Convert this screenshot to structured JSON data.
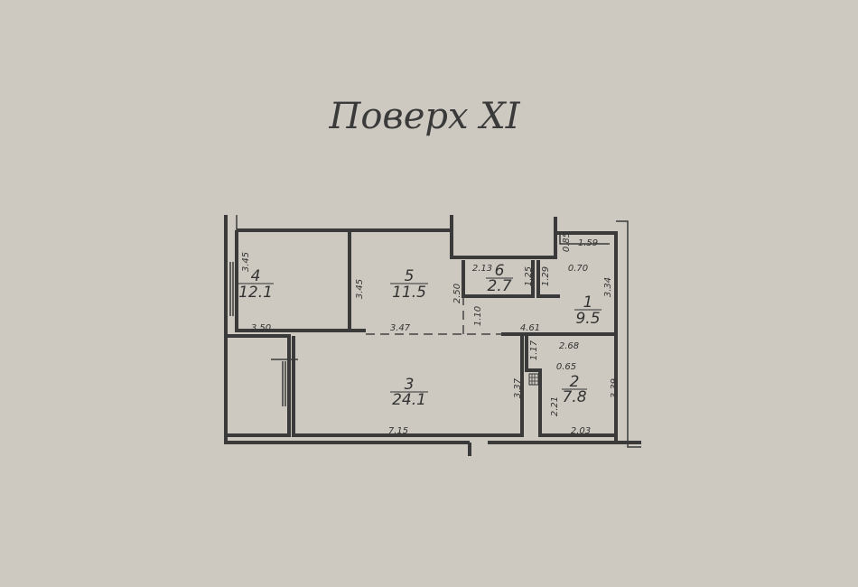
{
  "title": "Поверх XI",
  "rooms": [
    {
      "number": "1",
      "area": "9.5"
    },
    {
      "number": "2",
      "area": "7.8"
    },
    {
      "number": "3",
      "area": "24.1"
    },
    {
      "number": "4",
      "area": "12.1"
    },
    {
      "number": "5",
      "area": "11.5"
    },
    {
      "number": "6",
      "area": "2.7"
    }
  ],
  "dimensions": [
    "3.45",
    "3.45",
    "2.50",
    "1.10",
    "3.50",
    "3.47",
    "4.61",
    "2.13",
    "1.25",
    "1.29",
    "0.85",
    "1.59",
    "0.70",
    "3.34",
    "2.68",
    "1.17",
    "0.65",
    "3.39",
    "2.21",
    "2.03",
    "3.37",
    "7.15"
  ],
  "colors": {
    "paper": "#cdc9c1",
    "ink": "#3a3a3a"
  }
}
